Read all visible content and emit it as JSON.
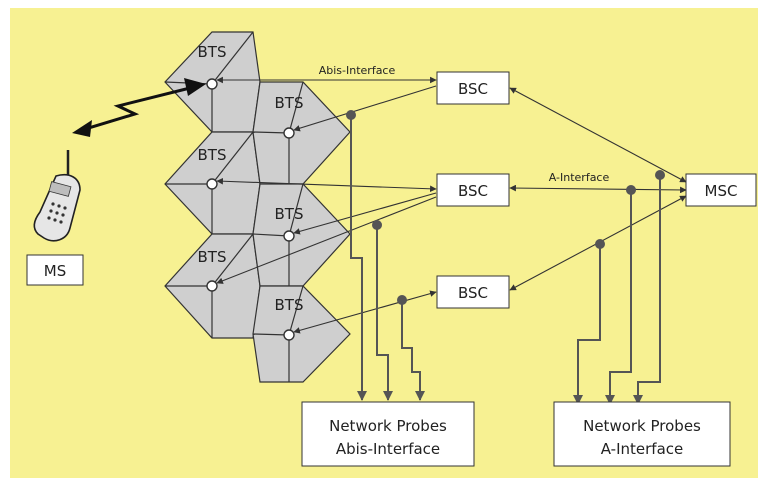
{
  "labels": {
    "bts": "BTS",
    "bsc": "BSC",
    "msc": "MSC",
    "ms": "MS",
    "abis_interface": "Abis-Interface",
    "a_interface": "A-Interface"
  },
  "probes": {
    "abis": {
      "line1": "Network Probes",
      "line2": "Abis-Interface"
    },
    "a": {
      "line1": "Network Probes",
      "line2": "A-Interface"
    }
  },
  "colors": {
    "background": "#f7f192",
    "cell_fill": "#cfcfcf",
    "box_fill": "#ffffff",
    "line": "#333333"
  }
}
